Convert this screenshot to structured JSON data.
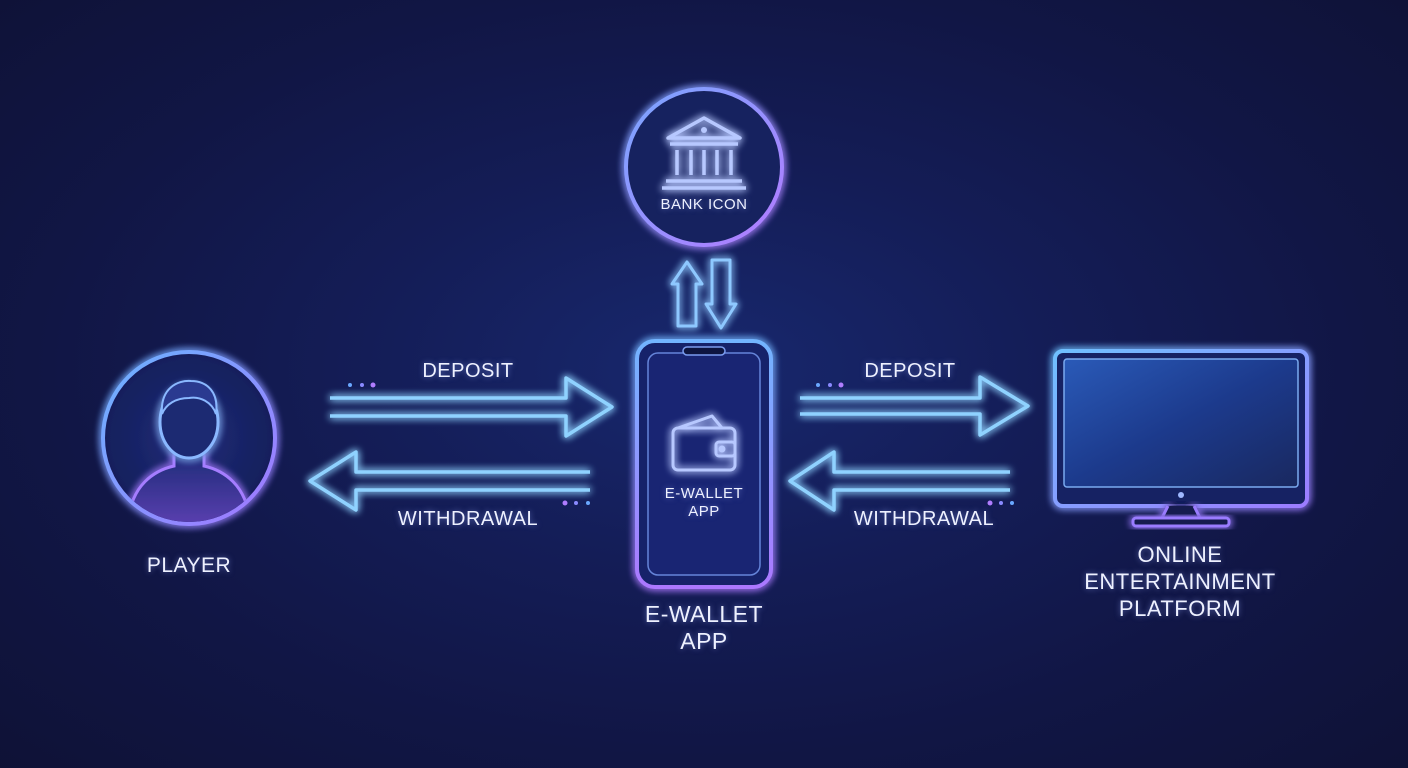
{
  "nodes": {
    "player": {
      "label": "PLAYER",
      "icon": "person-icon"
    },
    "bank": {
      "label": "BANK ICON",
      "icon": "bank-icon"
    },
    "wallet": {
      "screen_label_line1": "E-WALLET",
      "screen_label_line2": "APP",
      "label_line1": "E-WALLET",
      "label_line2": "APP",
      "icon": "wallet-icon"
    },
    "platform": {
      "label_line1": "ONLINE",
      "label_line2": "ENTERTAINMENT",
      "label_line3": "PLATFORM",
      "icon": "monitor-icon"
    }
  },
  "flows": {
    "left_deposit": "DEPOSIT",
    "left_withdrawal": "WITHDRAWAL",
    "right_deposit": "DEPOSIT",
    "right_withdrawal": "WITHDRAWAL"
  },
  "colors": {
    "background": "#121a4f",
    "glow_cyan": "#5ab8ff",
    "glow_violet": "#a070ff",
    "text": "#eef1ff"
  }
}
